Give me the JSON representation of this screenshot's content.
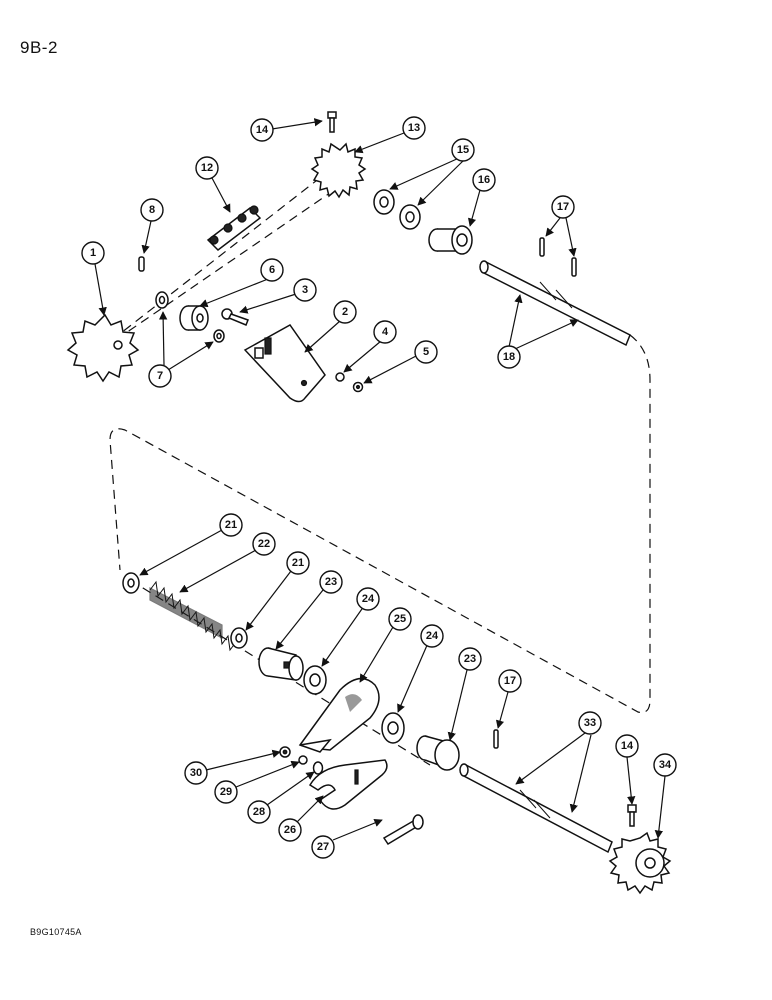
{
  "header": {
    "page_number": "9B-2"
  },
  "footer": {
    "figure_code": "B9G10745A"
  },
  "callouts": [
    "14",
    "13",
    "12",
    "15",
    "16",
    "8",
    "17",
    "1",
    "6",
    "3",
    "2",
    "18",
    "4",
    "5",
    "7",
    "21",
    "22",
    "21",
    "23",
    "24",
    "25",
    "24",
    "23",
    "17",
    "33",
    "14",
    "34",
    "30",
    "29",
    "28",
    "26",
    "27"
  ]
}
